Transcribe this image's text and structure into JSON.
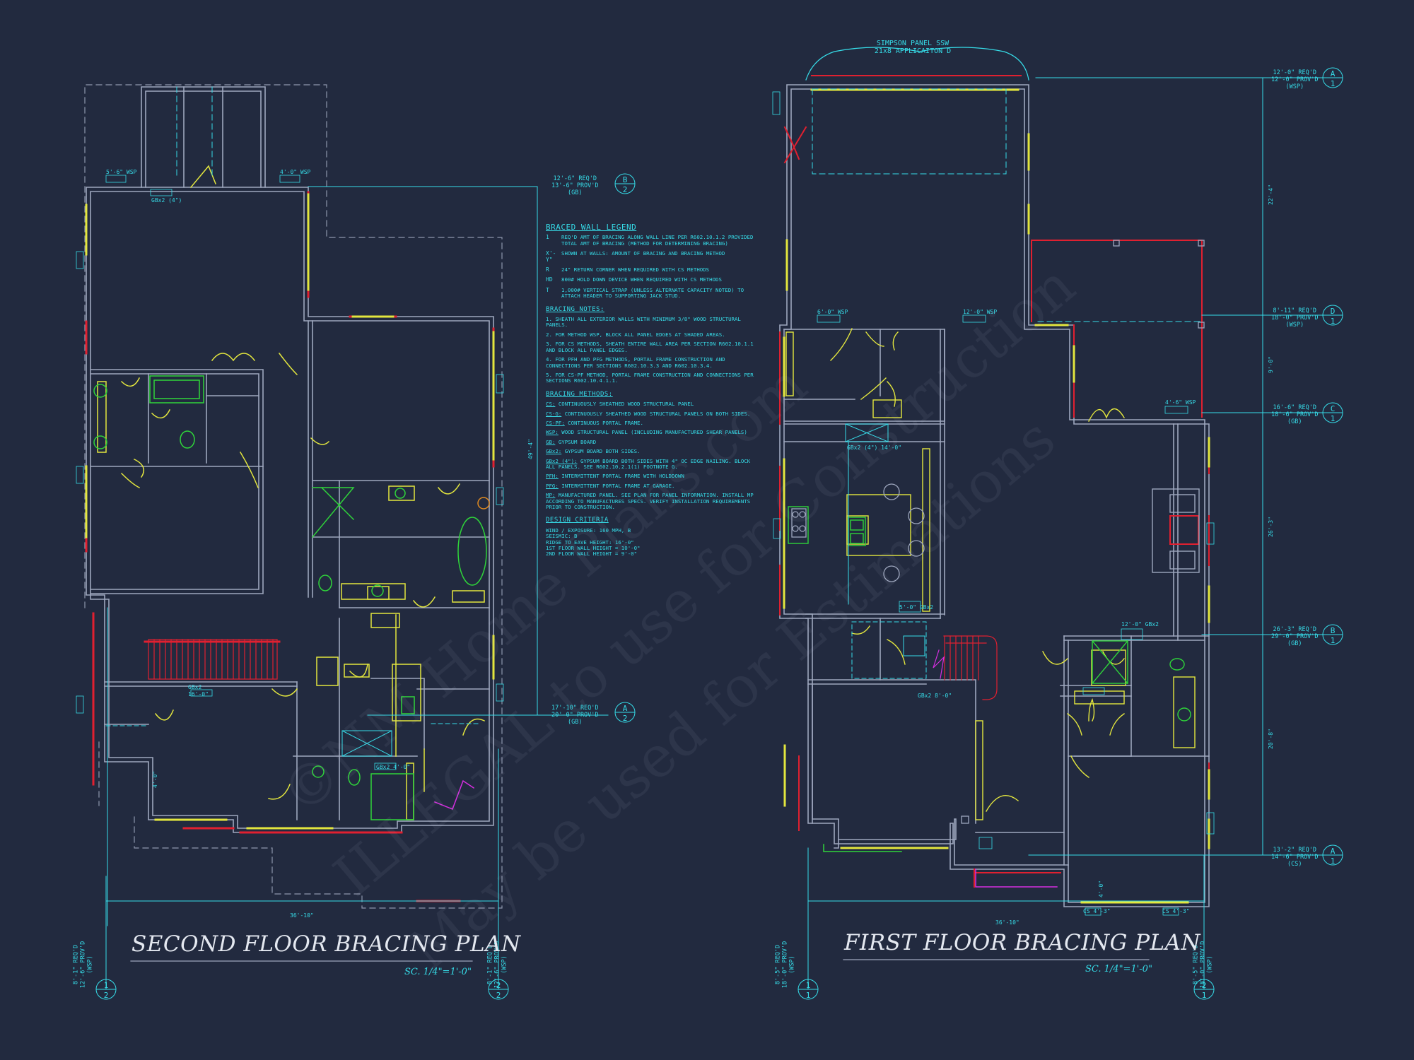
{
  "colors": {
    "background": "#222a3f",
    "walls": "#9ea7be",
    "cyan": "#36dce8",
    "yellow": "#e3e63e",
    "red": "#e02030",
    "green": "#2fd43a",
    "magenta": "#d62ee0"
  },
  "legend": {
    "title": "BRACED WALL LEGEND",
    "items": [
      {
        "symbol": "1",
        "text": "REQ'D AMT OF BRACING ALONG WALL LINE PER R602.10.1.2 PROVIDED TOTAL AMT OF BRACING (METHOD FOR DETERMINING BRACING)"
      },
      {
        "symbol": "X'-Y\"",
        "text": "SHOWN AT WALLS: AMOUNT OF BRACING AND BRACING METHOD"
      },
      {
        "symbol": "R",
        "text": "24\" RETURN CORNER WHEN REQUIRED WITH CS METHODS"
      },
      {
        "symbol": "HD",
        "text": "800# HOLD DOWN DEVICE WHEN REQUIRED WITH CS METHODS"
      },
      {
        "symbol": "T",
        "text": "1,000# VERTICAL STRAP (UNLESS ALTERNATE CAPACITY NOTED) TO ATTACH HEADER TO SUPPORTING JACK STUD."
      }
    ],
    "notes_title": "BRACING NOTES:",
    "notes": [
      "1. SHEATH ALL EXTERIOR WALLS WITH MINIMUM 3/8\" WOOD STRUCTURAL PANELS.",
      "2. FOR METHOD WSP, BLOCK ALL PANEL EDGES AT SHADED AREAS.",
      "3. FOR CS METHODS, SHEATH ENTIRE WALL AREA PER SECTION R602.10.1.1 AND BLOCK ALL PANEL EDGES.",
      "4. FOR PFH AND PFG METHODS, PORTAL FRAME CONSTRUCTION AND CONNECTIONS PER SECTIONS R602.10.3.3 AND R602.10.3.4.",
      "5. FOR CS-PF METHOD, PORTAL FRAME CONSTRUCTION AND CONNECTIONS PER SECTIONS R602.10.4.1.1."
    ],
    "methods_title": "BRACING METHODS:",
    "methods": [
      {
        "tag": "CS:",
        "text": "CONTINUOUSLY SHEATHED WOOD STRUCTURAL PANEL"
      },
      {
        "tag": "CS-G:",
        "text": "CONTINUOUSLY SHEATHED WOOD STRUCTURAL PANELS ON BOTH SIDES."
      },
      {
        "tag": "CS-PF:",
        "text": "CONTINUOUS PORTAL FRAME."
      },
      {
        "tag": "WSP:",
        "text": "WOOD STRUCTURAL PANEL (INCLUDING MANUFACTURED SHEAR PANELS)"
      },
      {
        "tag": "GB:",
        "text": "GYPSUM BOARD"
      },
      {
        "tag": "GBx2:",
        "text": "GYPSUM BOARD BOTH SIDES."
      },
      {
        "tag": "GBx2 (4\"):",
        "text": "GYPSUM BOARD BOTH SIDES WITH 4\" OC EDGE NAILING. BLOCK ALL PANELS. SEE R602.10.2.1(1) FOOTNOTE G."
      },
      {
        "tag": "PFH:",
        "text": "INTERMITTENT PORTAL FRAME WITH HOLDDOWN"
      },
      {
        "tag": "PFG:",
        "text": "INTERMITTENT PORTAL FRAME AT GARAGE."
      },
      {
        "tag": "MP:",
        "text": "MANUFACTURED PANEL. SEE PLAN FOR PANEL INFORMATION. INSTALL MP ACCORDING TO MANUFACTURES SPECS. VERIFY INSTALLATION REQUIREMENTS PRIOR TO CONSTRUCTION."
      }
    ],
    "criteria_title": "DESIGN CRITERIA",
    "criteria": [
      "WIND / EXPOSURE: 160 MPH, B",
      "SEISMIC: B",
      "RIDGE TO EAVE HEIGHT: 16'-0\"",
      "1ST FLOOR WALL HEIGHT = 10'-0\"",
      "2ND FLOOR WALL HEIGHT = 9'-0\""
    ]
  },
  "second_floor": {
    "title": "SECOND FLOOR BRACING PLAN",
    "scale": "SC. 1/4\"=1'-0\"",
    "overall_dim": "36'-10\"",
    "vertical_dim": "49'-4\"",
    "callouts": [
      {
        "req": "12'-6\" REQ'D",
        "prov": "13'-6\" PROV'D",
        "method": "(GB)",
        "grid": "B",
        "sub": "2"
      },
      {
        "req": "17'-10\" REQ'D",
        "prov": "20'-0\" PROV'D",
        "method": "(GB)",
        "grid": "A",
        "sub": "2"
      }
    ],
    "left_callout": {
      "req": "8'-1\" REQ'D",
      "prov": "12'-6\" PROV'D",
      "method": "(WSP)",
      "grid": "1",
      "sub": "2"
    },
    "right_callout": {
      "req": "8'-1\" REQ'D",
      "prov": "12'-6\" PROV'D",
      "method": "(WSP)",
      "grid": "2",
      "sub": "2"
    },
    "wall_labels": [
      "5'-6\" WSP",
      "4'-0\" WSP",
      "GBx2 (4\")",
      "4'-0\"",
      "16'-0\"",
      "GBx2",
      "GBx2 4'-0\""
    ]
  },
  "first_floor": {
    "title": "FIRST FLOOR BRACING PLAN",
    "scale": "SC. 1/4\"=1'-0\"",
    "overall_dim": "36'-10\"",
    "simpson": "SIMPSON PANEL SSW 21x8 APPLICAITON D",
    "callouts": [
      {
        "req": "12'-0\" REQ'D",
        "prov": "12'-0\" PROV'D",
        "method": "(WSP)",
        "grid": "A",
        "sub": "1"
      },
      {
        "req": "8'-11\" REQ'D",
        "prov": "18'-0\" PROV'D",
        "method": "(WSP)",
        "grid": "D",
        "sub": "1"
      },
      {
        "req": "16'-6\" REQ'D",
        "prov": "18'-6\" PROV'D",
        "method": "(GB)",
        "grid": "C",
        "sub": "1"
      },
      {
        "req": "26'-3\" REQ'D",
        "prov": "29'-0\" PROV'D",
        "method": "(GB)",
        "grid": "B",
        "sub": "1"
      },
      {
        "req": "13'-2\" REQ'D",
        "prov": "14'-6\" PROV'D",
        "method": "(CS)",
        "grid": "A",
        "sub": "1"
      }
    ],
    "right_dims": [
      "22'-4\"",
      "9'-0\"",
      "26'-3\"",
      "20'-8\""
    ],
    "left_callout": {
      "req": "8'-5\" REQ'D",
      "prov": "18'-0\" PROV'D",
      "method": "(WSP)",
      "grid": "1",
      "sub": "1"
    },
    "right_callout": {
      "req": "8'-5\" REQ'D",
      "prov": "18'-0\" PROV'D",
      "method": "(WSP)",
      "grid": "2",
      "sub": "1"
    },
    "wall_labels": [
      "6'-0\" WSP",
      "12'-0\" WSP",
      "4'-6\" WSP",
      "GBx2 (4\") 14'-0\"",
      "5'-0\" GBx2",
      "12'-0\" GBx2",
      "4'-0\"",
      "GBx2 8'-0\"",
      "CS 4'-3\"",
      "CS 4'-3\""
    ]
  },
  "watermark": [
    "©NM Home Plans.com",
    "ILLEGAL to use for Construction",
    "May be used for Estimations"
  ]
}
